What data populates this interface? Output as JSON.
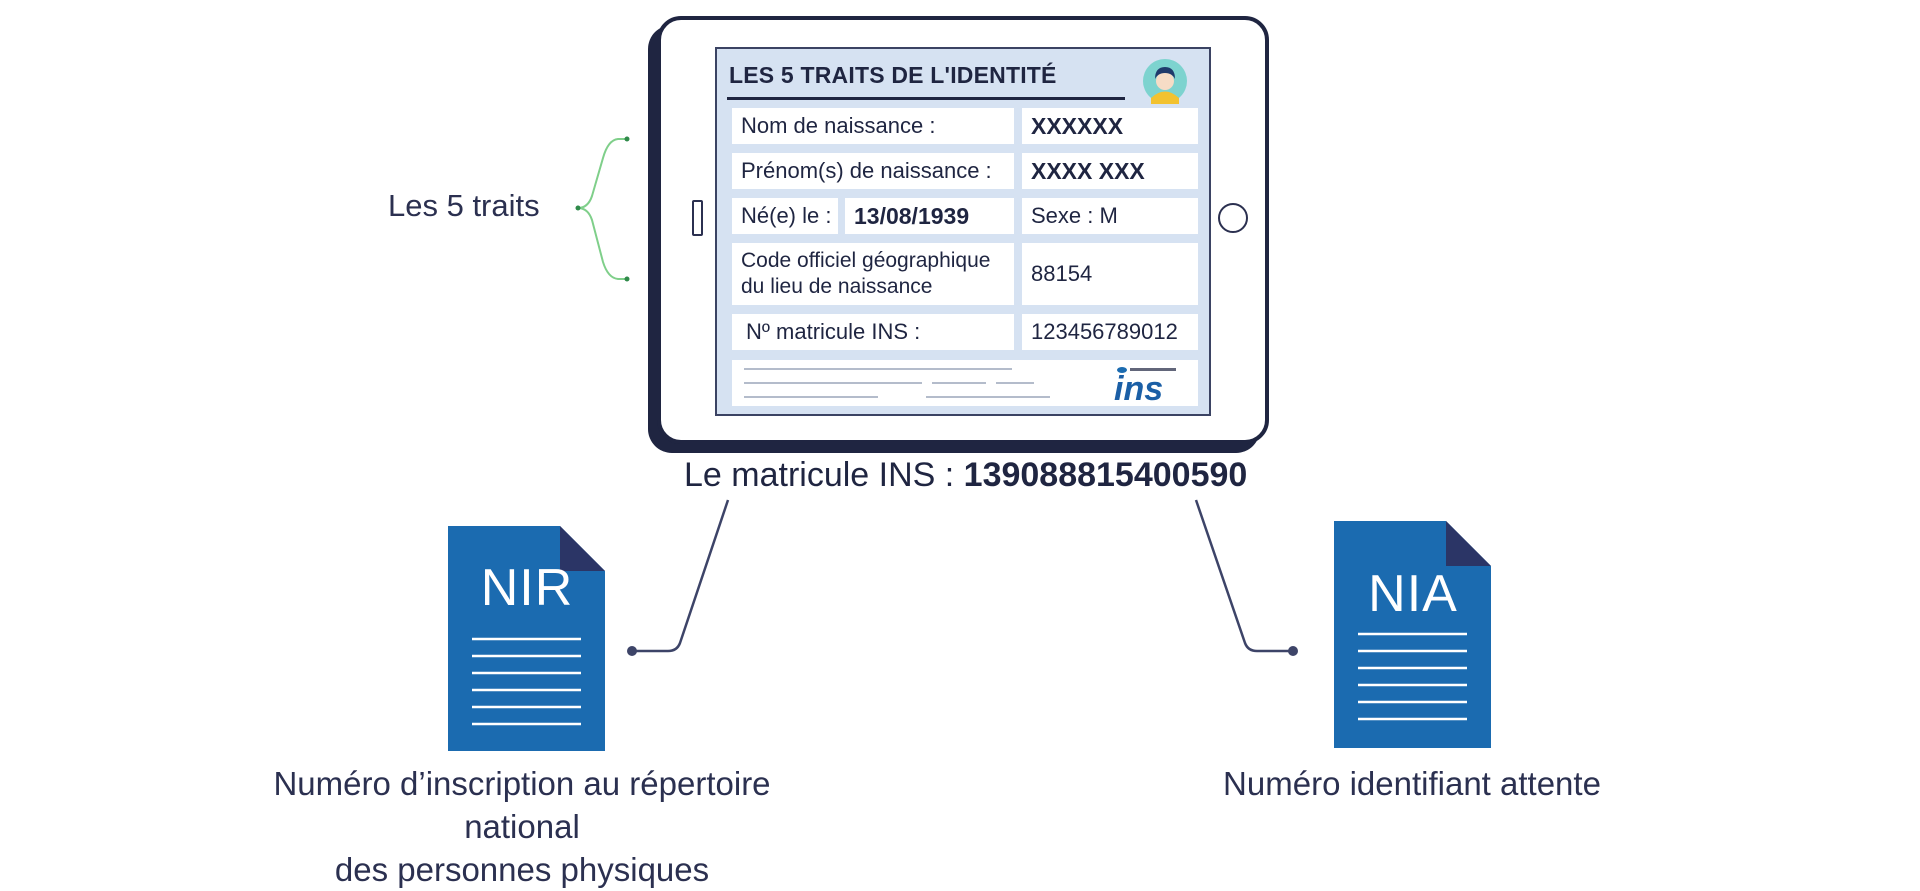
{
  "left_label": "Les 5 traits",
  "card": {
    "title": "LES 5 TRAITS DE L'IDENTITÉ",
    "rows": [
      {
        "label": "Nom de naissance :",
        "value": "XXXXXX"
      },
      {
        "label": "Prénom(s) de naissance :",
        "value": "XXXX XXX"
      },
      {
        "label": "Né(e) le :",
        "value": "13/08/1939",
        "extra": "Sexe : M"
      },
      {
        "label": "Code officiel géographique du lieu de naissance",
        "value": "88154"
      },
      {
        "label": "Nº matricule INS :",
        "value": "123456789012"
      }
    ],
    "logo_text": "ins"
  },
  "matricule": {
    "label": "Le matricule INS : ",
    "value": "139088815400590"
  },
  "documents": [
    {
      "code": "NIR",
      "caption_line1": "Numéro d’inscription au répertoire national",
      "caption_line2": "des personnes physiques"
    },
    {
      "code": "NIA",
      "caption_line1": "Numéro identifiant attente"
    }
  ],
  "colors": {
    "navy": "#1f2541",
    "screen": "#d6e2f2",
    "document_blue": "#1b6bb0",
    "document_fold": "#2b3566",
    "bracket_green": "#7fcf8a",
    "connector": "#3d4468"
  }
}
